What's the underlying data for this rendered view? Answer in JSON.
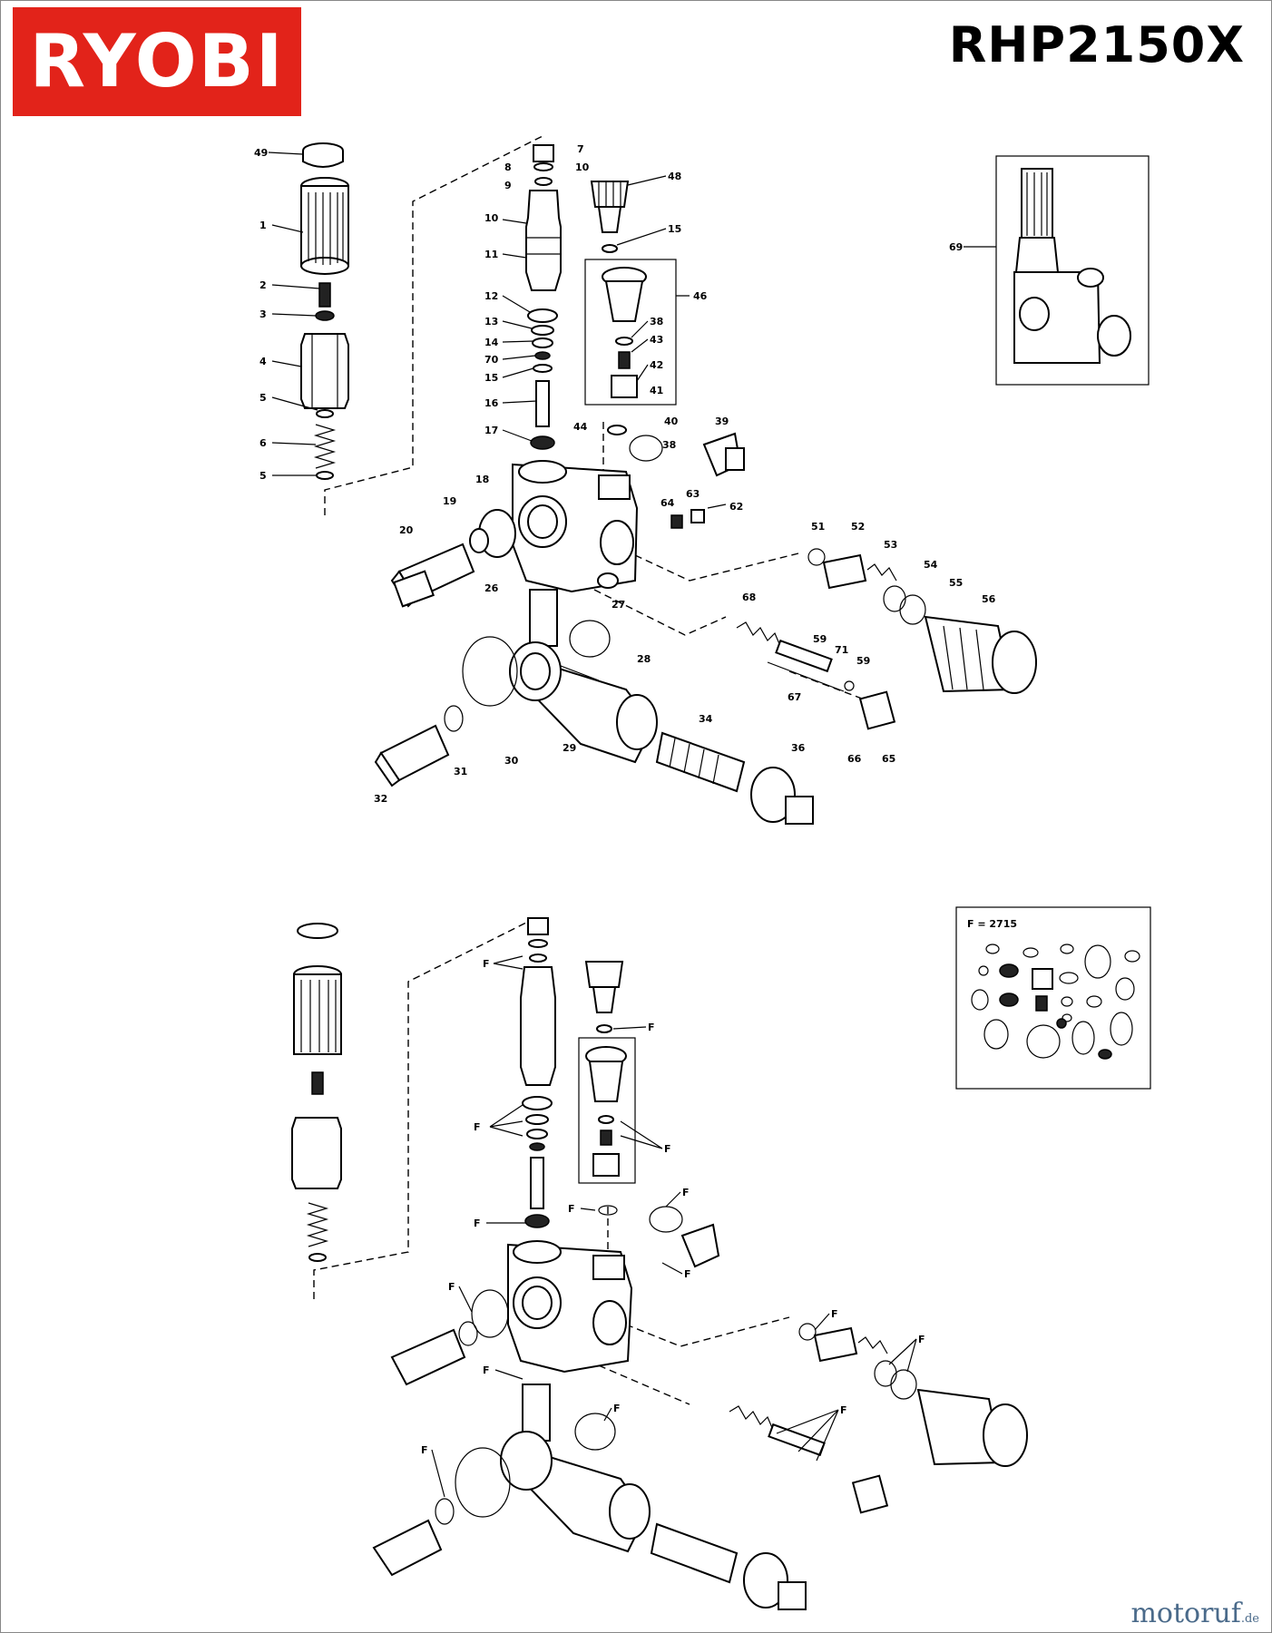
{
  "brand": "RYOBI",
  "model": "RHP2150X",
  "footer": {
    "site": "motoruf",
    "suffix": ".de"
  },
  "top_part_numbers": [
    "49",
    "1",
    "2",
    "3",
    "4",
    "5",
    "6",
    "5",
    "7",
    "8",
    "10",
    "9",
    "10",
    "11",
    "12",
    "13",
    "14",
    "70",
    "15",
    "16",
    "17",
    "48",
    "15",
    "46",
    "38",
    "43",
    "42",
    "41",
    "44",
    "40",
    "38",
    "39",
    "18",
    "19",
    "20",
    "64",
    "63",
    "62",
    "26",
    "27",
    "51",
    "52",
    "53",
    "54",
    "55",
    "56",
    "28",
    "68",
    "59",
    "71",
    "59",
    "67",
    "29",
    "30",
    "31",
    "32",
    "34",
    "36",
    "66",
    "65",
    "69"
  ],
  "kit_label": "F = 2715",
  "kit_marker": "F"
}
